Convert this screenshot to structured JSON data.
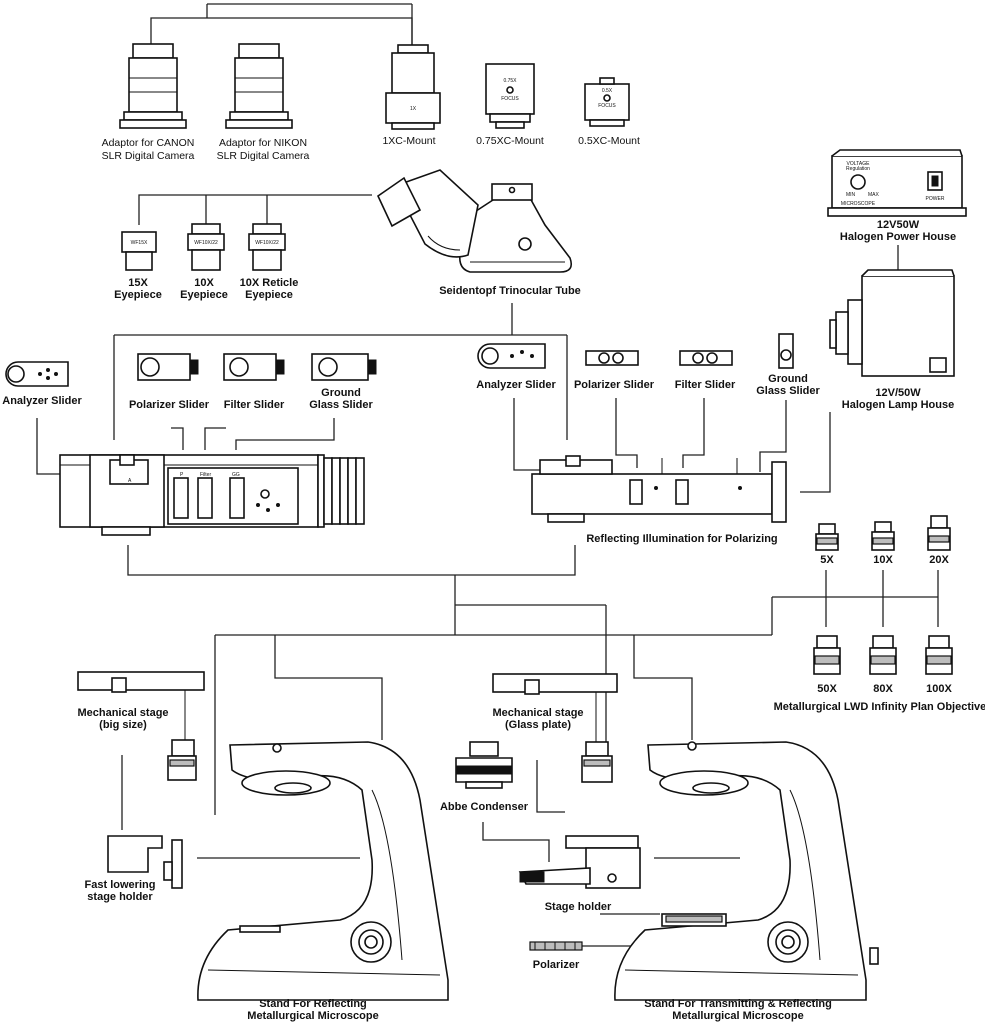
{
  "labels": {
    "adaptor_canon": [
      "Adaptor for CANON",
      "SLR Digital Camera"
    ],
    "adaptor_nikon": [
      "Adaptor for NIKON",
      "SLR Digital Camera"
    ],
    "mount_1x": "1XC-Mount",
    "mount_075x": "0.75XC-Mount",
    "mount_05x": "0.5XC-Mount",
    "eyepiece_15x": [
      "15X",
      "Eyepiece"
    ],
    "eyepiece_10x": [
      "10X",
      "Eyepiece"
    ],
    "eyepiece_10x_reticle": [
      "10X Reticle",
      "Eyepiece"
    ],
    "trinocular_tube": "Seidentopf Trinocular Tube",
    "power_house": [
      "12V50W",
      "Halogen Power House"
    ],
    "lamp_house": [
      "12V/50W",
      "Halogen Lamp House"
    ],
    "analyzer_slider_left": "Analyzer Slider",
    "polarizer_slider_left": "Polarizer Slider",
    "filter_slider_left": "Filter Slider",
    "ground_glass_slider_left": [
      "Ground",
      "Glass Slider"
    ],
    "analyzer_slider_right": "Analyzer Slider",
    "polarizer_slider_right": "Polarizer Slider",
    "filter_slider_right": "Filter Slider",
    "ground_glass_slider_right": [
      "Ground",
      "Glass Slider"
    ],
    "reflecting_illumination": "Reflecting Illumination for Polarizing",
    "obj_5x": "5X",
    "obj_10x": "10X",
    "obj_20x": "20X",
    "obj_50x": "50X",
    "obj_80x": "80X",
    "obj_100x": "100X",
    "objectives_title": "Metallurgical LWD Infinity Plan Objectives",
    "stage_big": [
      "Mechanical stage",
      "(big size)"
    ],
    "stage_glass": [
      "Mechanical stage",
      "(Glass plate)"
    ],
    "abbe_condenser": "Abbe Condenser",
    "fast_lowering": [
      "Fast lowering",
      "stage holder"
    ],
    "stage_holder": "Stage holder",
    "polarizer": "Polarizer",
    "stand_reflecting": [
      "Stand For Reflecting",
      "Metallurgical Microscope"
    ],
    "stand_transmitting": [
      "Stand For Transmitting & Reflecting",
      "Metallurgical Microscope"
    ]
  },
  "device_text": {
    "eyepiece_15x_mark": "WF15X",
    "eyepiece_10x_mark": "WF10X/22",
    "eyepiece_reticle_mark": "WF10X/22",
    "mount_1x_mark": "1X",
    "mount_075x_mark": "0.75X",
    "mount_075x_focus": "FOCUS",
    "mount_05x_mark": "0.5X",
    "mount_05x_focus": "FOCUS",
    "power_voltage": "VOLTAGE",
    "power_regulation": "Regulation",
    "power_min": "MIN",
    "power_max": "MAX",
    "power_switch": "POWER",
    "power_brand": "MICROSCOPE",
    "illum_p": "P",
    "illum_filter": "Filter",
    "illum_gg": "GG",
    "illum_a": "A"
  },
  "colors": {
    "line": "#111111",
    "background": "#ffffff"
  }
}
